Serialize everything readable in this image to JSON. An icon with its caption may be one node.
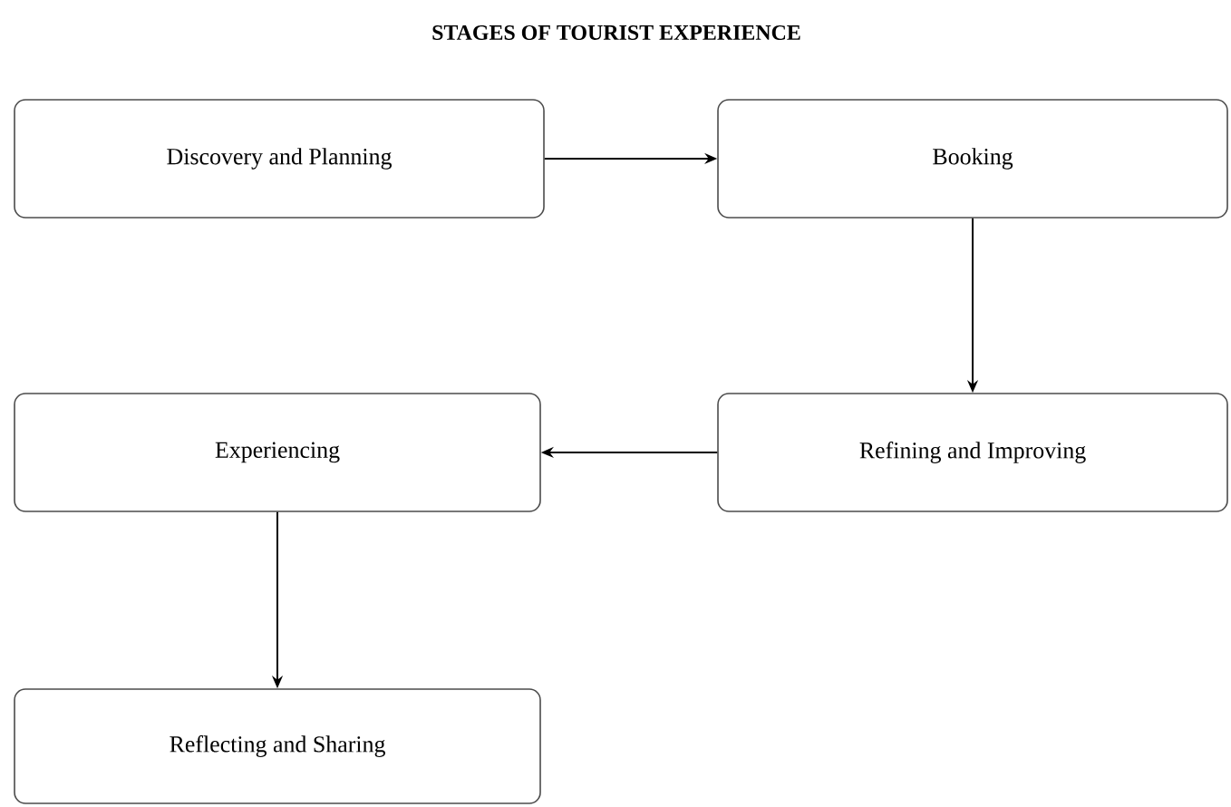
{
  "diagram": {
    "title": "STAGES OF TOURIST EXPERIENCE",
    "nodes": [
      {
        "text": [
          "Discovery and Planning"
        ]
      },
      {
        "text": [
          "Booking"
        ]
      },
      {
        "text": [
          "Refining and Improving"
        ]
      },
      {
        "text": [
          "Experiencing"
        ]
      },
      {
        "text": [
          "Reflecting and Sharing"
        ]
      }
    ],
    "edges": [
      {
        "from": 0,
        "to": 1,
        "arrow": "to"
      },
      {
        "from": 1,
        "to": 2,
        "arrow": "to"
      },
      {
        "from": 2,
        "to": 3,
        "arrow": "to"
      },
      {
        "from": 3,
        "to": 4,
        "arrow": "to"
      }
    ]
  }
}
